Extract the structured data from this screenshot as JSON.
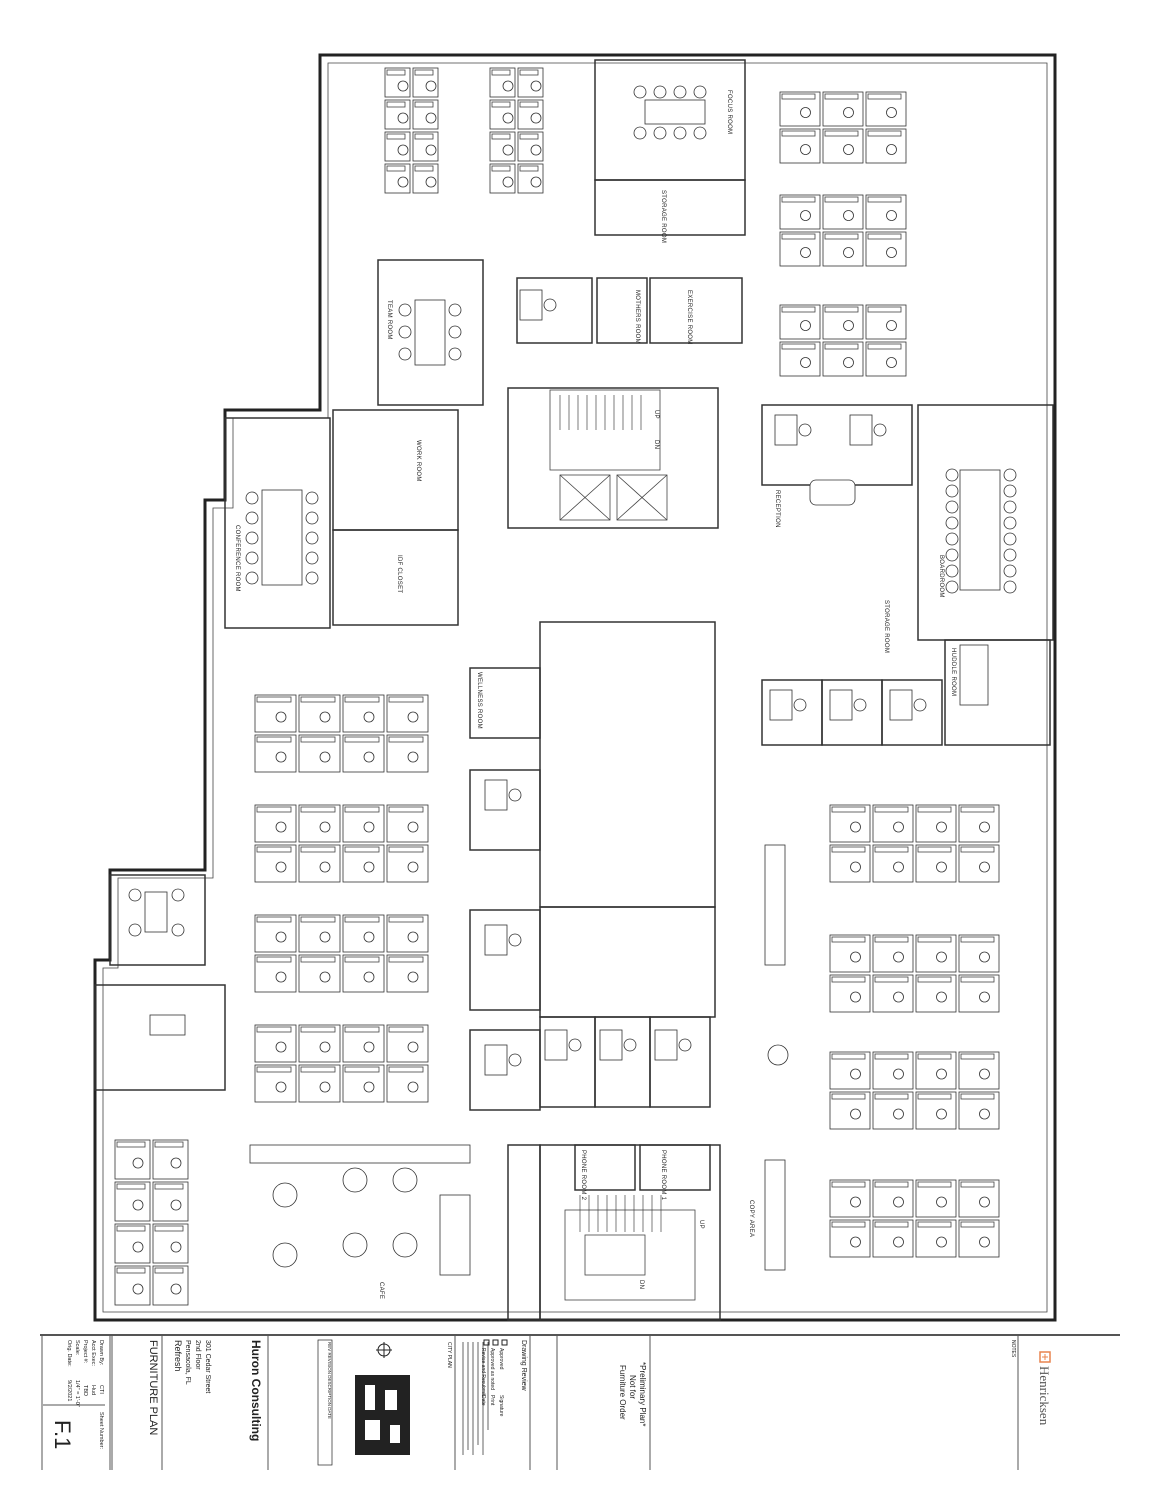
{
  "sheet": {
    "client": "Huron Consulting",
    "address_line1": "301 Cedar Street",
    "address_line2": "2nd Floor",
    "address_line3": "Pensacola, FL",
    "project": "Refresh",
    "sheet_title": "FURNITURE PLAN",
    "sheet_number_label": "Sheet Number:",
    "sheet_number": "F.1",
    "fields": [
      {
        "label": "Drawn By:",
        "value": "CTI"
      },
      {
        "label": "Acct Exec:",
        "value": "Hud"
      },
      {
        "label": "Project #:",
        "value": "TBD"
      },
      {
        "label": "Scale:",
        "value": "1/4\" = 1'-0\""
      },
      {
        "label": "Orig. Date:",
        "value": "9/2/2021"
      }
    ],
    "key_plan_label": "CITY PLAN",
    "revision_header": "REV  REVISION DESCRIPTION  DATE",
    "drawing_review": {
      "title": "Drawing Review",
      "options": [
        "Approved",
        "Approved as noted",
        "Revise and Resubmit"
      ],
      "signature_label": "Signature",
      "date_label": "Date",
      "print_label": "Print"
    },
    "disclaimer": [
      "*Preliminary Plan*",
      "Not for",
      "Furniture Order"
    ],
    "notes_label": "NOTES",
    "brand": "Henricksen"
  },
  "rooms": {
    "mothers_room": "MOTHERS ROOM",
    "exercise_room": "EXERCISE ROOM",
    "storage_room": "STORAGE ROOM",
    "storage_room_2": "STORAGE ROOM",
    "work_room": "WORK ROOM",
    "idf_closet": "IDF CLOSET",
    "conference_room": "CONFERENCE ROOM",
    "team_room": "TEAM ROOM",
    "reception": "RECEPTION",
    "boardroom": "BOARDROOM",
    "phone_room_1": "PHONE ROOM 1",
    "phone_room_2": "PHONE ROOM 2",
    "copy_area": "COPY AREA",
    "cafe": "CAFE",
    "focus_room": "FOCUS ROOM",
    "huddle_room": "HUDDLE ROOM",
    "wellness_room": "WELLNESS ROOM"
  },
  "stairs": {
    "up": "UP",
    "down": "DN"
  }
}
